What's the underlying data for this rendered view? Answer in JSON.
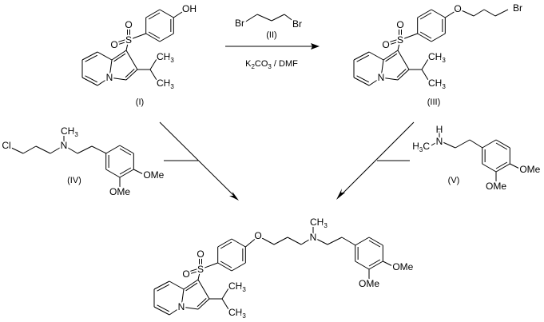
{
  "compound_labels": {
    "I": "(I)",
    "II": "(II)",
    "III": "(III)",
    "IV": "(IV)",
    "V": "(V)"
  },
  "reagents": {
    "base": "K",
    "base_sub1": "2",
    "base_mid": "CO",
    "base_sub2": "3",
    "solvent": " / DMF"
  },
  "atoms": {
    "oh": "OH",
    "o": "O",
    "s": "S",
    "n": "N",
    "br": "Br",
    "cl": "Cl",
    "ome": "OMe",
    "h": "H",
    "ch3": {
      "main": "CH",
      "sub": "3"
    },
    "h3c": {
      "h": "H",
      "sub": "3",
      "c": "C"
    }
  },
  "colors": {
    "ink": "#000000",
    "background": "#ffffff"
  }
}
